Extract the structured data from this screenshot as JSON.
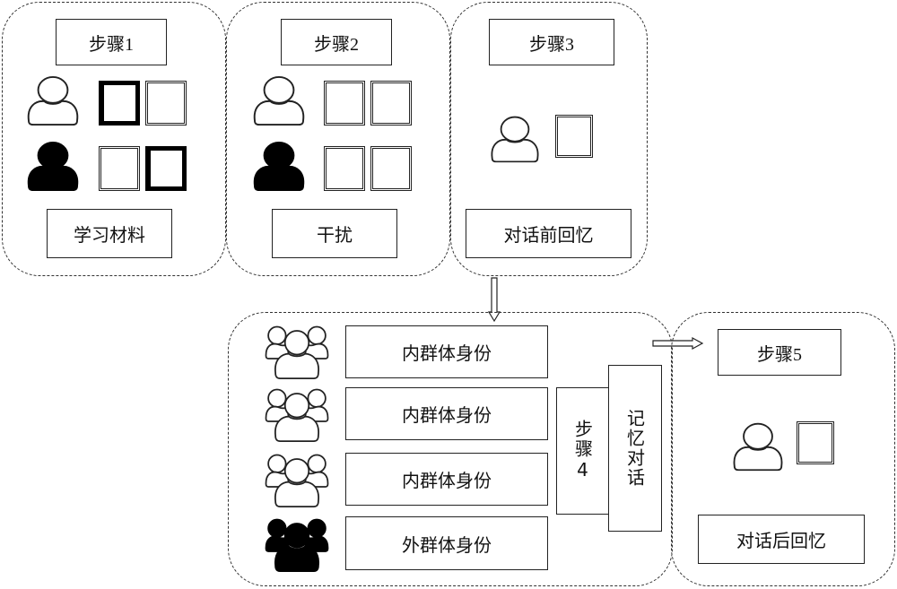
{
  "step1": {
    "title": "步骤1",
    "label": "学习材料"
  },
  "step2": {
    "title": "步骤2",
    "label": "干扰"
  },
  "step3": {
    "title": "步骤3",
    "label": "对话前回忆"
  },
  "step4": {
    "title": "步骤4",
    "task": "记忆对话",
    "identities": [
      "内群体身份",
      "内群体身份",
      "内群体身份",
      "外群体身份"
    ]
  },
  "step5": {
    "title": "步骤5",
    "label": "对话后回忆"
  },
  "icons": {
    "person": "person-icon",
    "group": "group-icon",
    "document": "document-icon",
    "arrow": "arrow-icon"
  }
}
